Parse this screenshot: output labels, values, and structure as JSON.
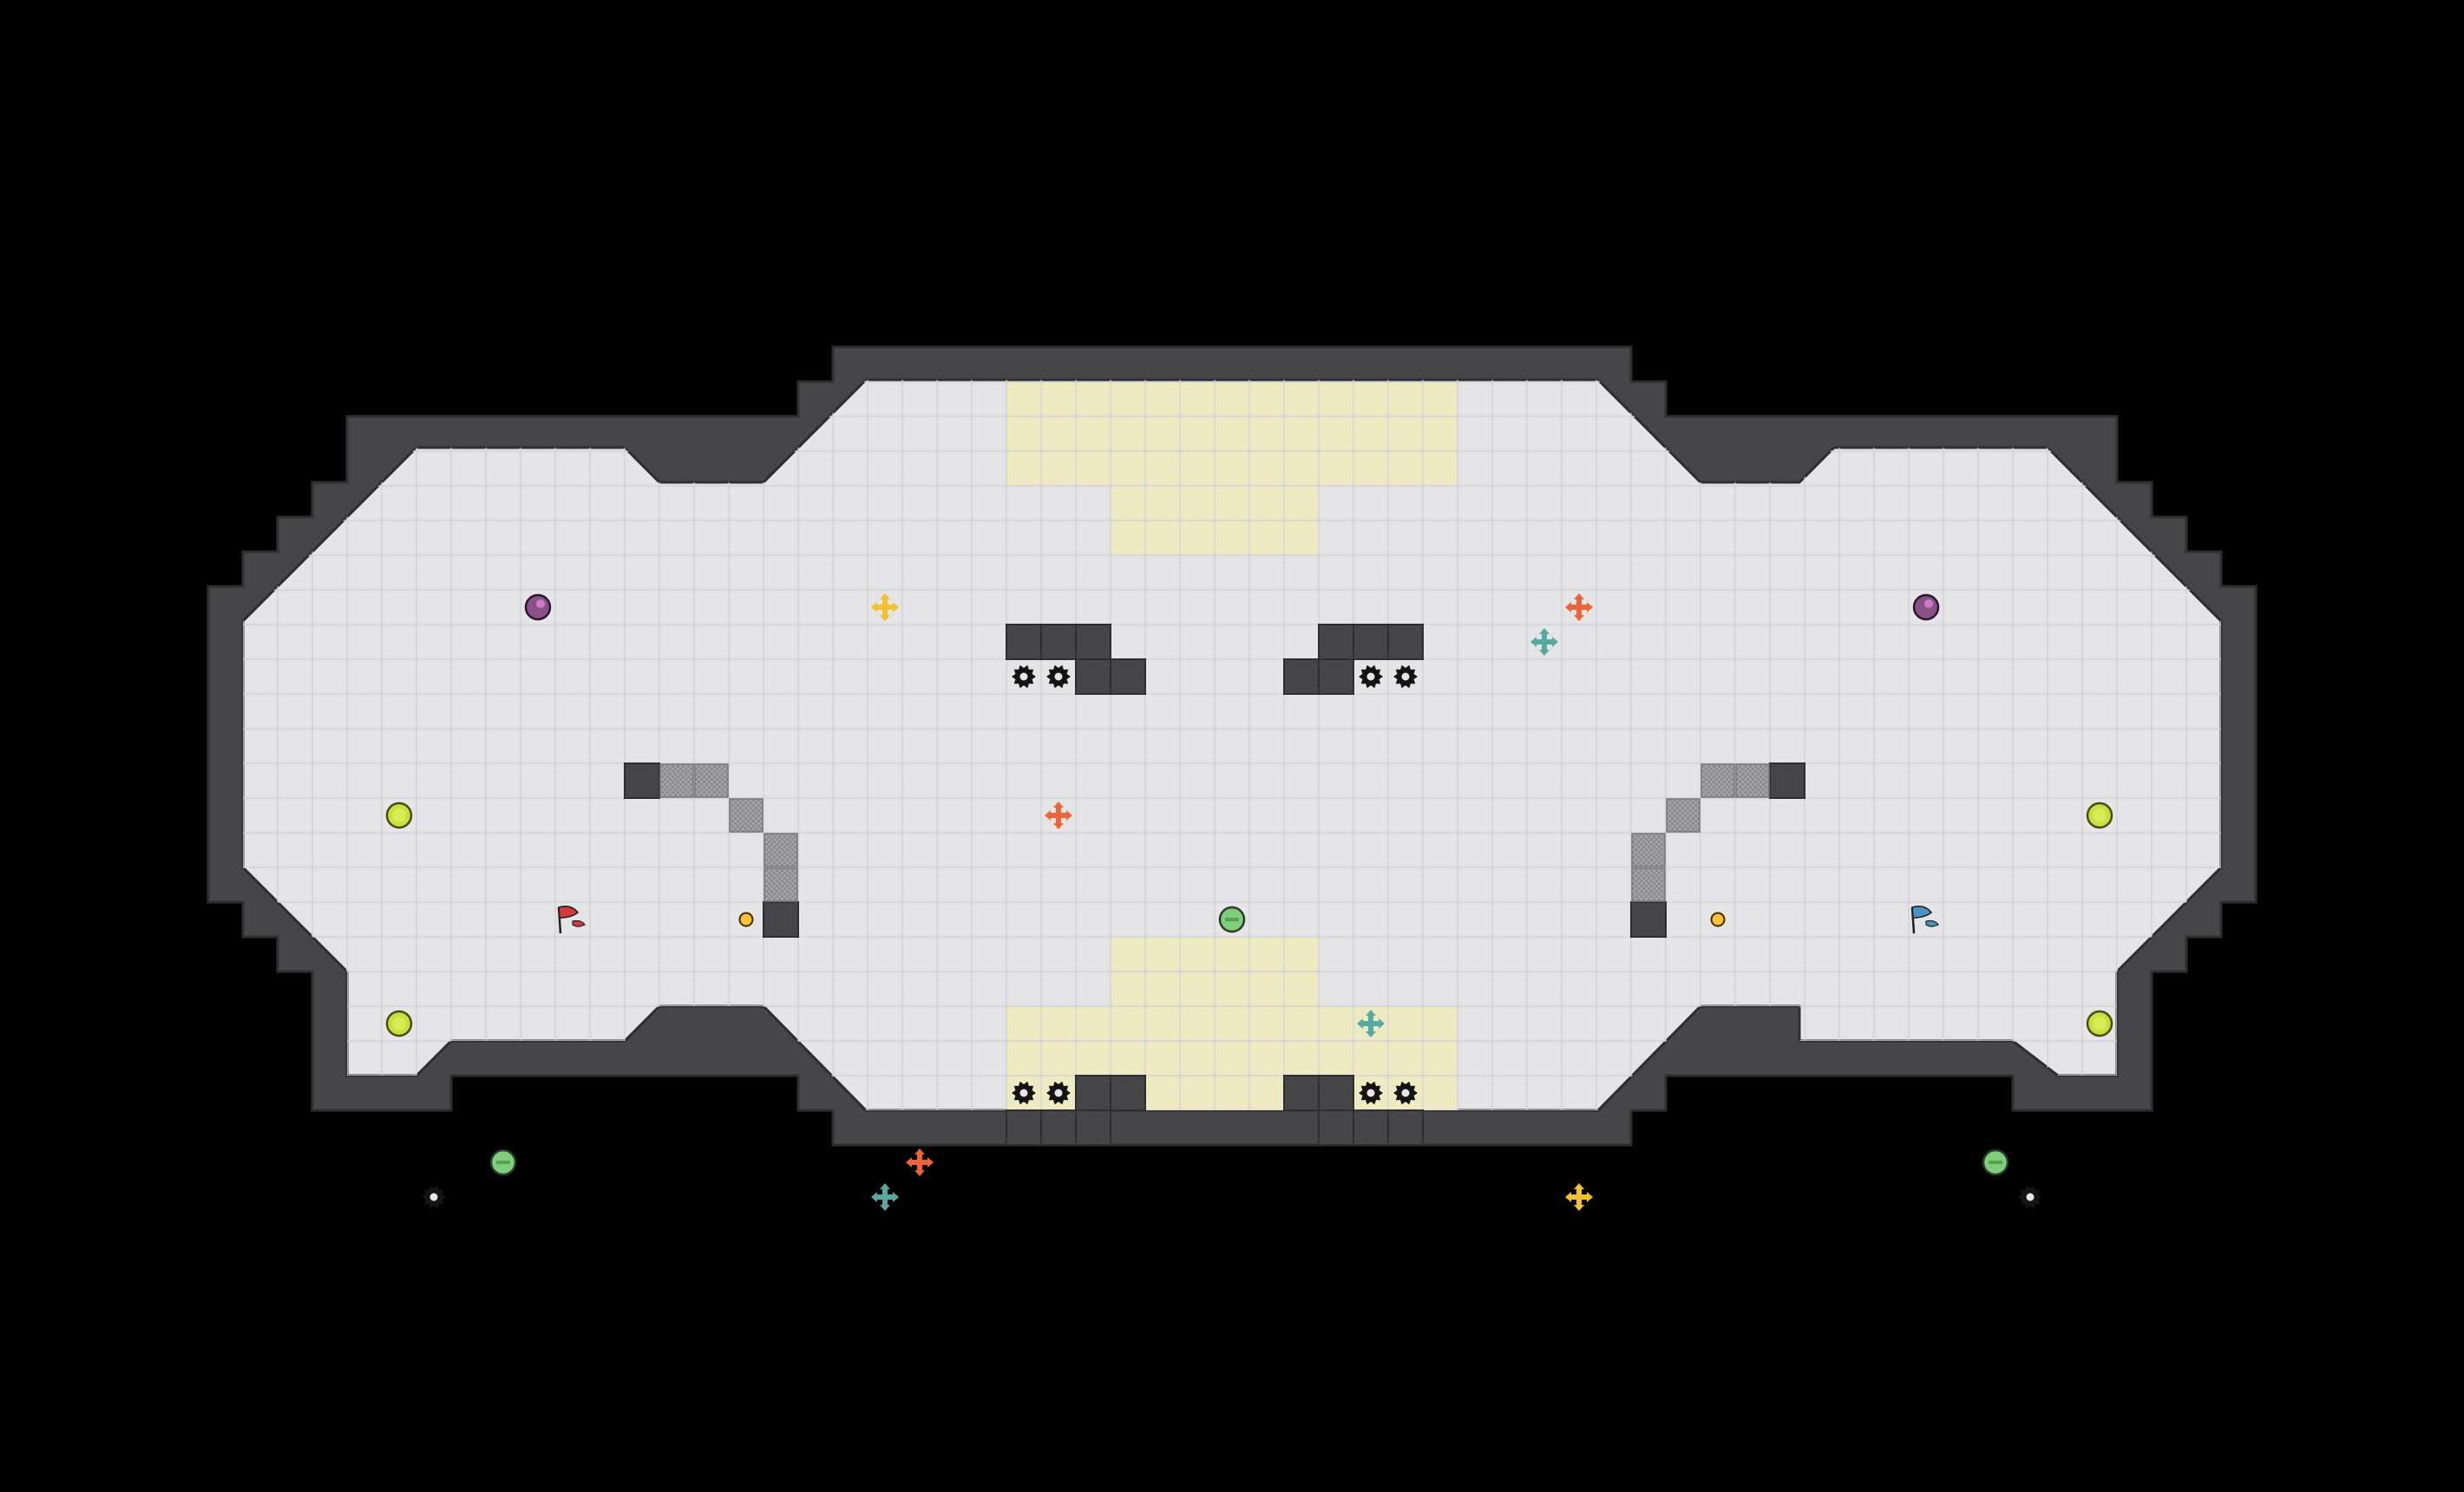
{
  "game": {
    "map": {
      "cell_units": 40,
      "grid_cols": 64,
      "grid_rows": 38,
      "colors": {
        "background": "#000000",
        "wall": "#464649",
        "wall_edge": "#2e2e31",
        "floor": "#e5e5e8",
        "grid_line": "#d2d2d6",
        "end_zone": "#eeebc2",
        "end_zone_line": "#dfdcae",
        "gate": "#9e9ea2",
        "spike": "#141414",
        "boost_yellow": "#f3c12a",
        "boost_red": "#ee6437",
        "boost_teal": "#55aaa4",
        "bomb": "#c9e03a",
        "powerup": "#7fce7b",
        "red_team": "#d53a3a",
        "blue_team": "#4d93c2",
        "portal": "#8a4f86"
      },
      "zones": {
        "top_end_zone": {
          "team": "neutral",
          "type": "end-zone"
        },
        "bottom_end_zone": {
          "team": "neutral",
          "type": "end-zone"
        }
      },
      "flags": [
        {
          "team": "red",
          "icon": "red-flag-icon",
          "col": 13,
          "row": 19
        },
        {
          "team": "blue",
          "icon": "blue-flag-icon",
          "col": 52,
          "row": 19
        }
      ],
      "boosts": [
        {
          "color": "yellow",
          "col": 22,
          "row": 10
        },
        {
          "color": "red",
          "col": 42,
          "row": 10
        },
        {
          "color": "teal",
          "col": 41,
          "row": 11
        },
        {
          "color": "red",
          "col": 27,
          "row": 16
        },
        {
          "color": "teal",
          "col": 36,
          "row": 22
        },
        {
          "color": "red",
          "col": 23,
          "row": 26
        },
        {
          "color": "teal",
          "col": 22,
          "row": 27
        },
        {
          "color": "yellow",
          "col": 42,
          "row": 27
        }
      ],
      "bombs": [
        {
          "col": 8,
          "row": 16
        },
        {
          "col": 8,
          "row": 22
        },
        {
          "col": 57,
          "row": 16
        },
        {
          "col": 57,
          "row": 22
        }
      ],
      "powerups": [
        {
          "col": 32,
          "row": 19
        },
        {
          "col": 11,
          "row": 26
        },
        {
          "col": 54,
          "row": 26
        }
      ],
      "portals": [
        {
          "col": 12,
          "row": 10
        },
        {
          "col": 52,
          "row": 10
        }
      ],
      "buttons": [
        {
          "col": 18,
          "row": 19
        },
        {
          "col": 46,
          "row": 19
        }
      ],
      "spikes": [
        {
          "col": 26,
          "row": 12
        },
        {
          "col": 27,
          "row": 12
        },
        {
          "col": 36,
          "row": 12
        },
        {
          "col": 37,
          "row": 12
        },
        {
          "col": 26,
          "row": 24
        },
        {
          "col": 27,
          "row": 24
        },
        {
          "col": 36,
          "row": 24
        },
        {
          "col": 37,
          "row": 24
        },
        {
          "col": 9,
          "row": 27
        },
        {
          "col": 55,
          "row": 27
        }
      ],
      "gates": [
        {
          "col": 16,
          "row": 15
        },
        {
          "col": 17,
          "row": 15
        },
        {
          "col": 18,
          "row": 16
        },
        {
          "col": 19,
          "row": 17
        },
        {
          "col": 19,
          "row": 18
        },
        {
          "col": 46,
          "row": 15
        },
        {
          "col": 47,
          "row": 15
        },
        {
          "col": 45,
          "row": 16
        },
        {
          "col": 44,
          "row": 17
        },
        {
          "col": 44,
          "row": 18
        }
      ],
      "inner_walls": [
        {
          "col": 15,
          "row": 15
        },
        {
          "col": 19,
          "row": 19
        },
        {
          "col": 48,
          "row": 15
        },
        {
          "col": 44,
          "row": 19
        },
        {
          "col": 26,
          "row": 11
        },
        {
          "col": 27,
          "row": 11
        },
        {
          "col": 28,
          "row": 11
        },
        {
          "col": 28,
          "row": 12
        },
        {
          "col": 29,
          "row": 12
        },
        {
          "col": 35,
          "row": 11
        },
        {
          "col": 36,
          "row": 11
        },
        {
          "col": 37,
          "row": 11
        },
        {
          "col": 34,
          "row": 12
        },
        {
          "col": 35,
          "row": 12
        },
        {
          "col": 28,
          "row": 24
        },
        {
          "col": 29,
          "row": 24
        },
        {
          "col": 26,
          "row": 25
        },
        {
          "col": 27,
          "row": 25
        },
        {
          "col": 28,
          "row": 25
        },
        {
          "col": 34,
          "row": 24
        },
        {
          "col": 35,
          "row": 24
        },
        {
          "col": 35,
          "row": 25
        },
        {
          "col": 36,
          "row": 25
        },
        {
          "col": 37,
          "row": 25
        }
      ]
    }
  }
}
